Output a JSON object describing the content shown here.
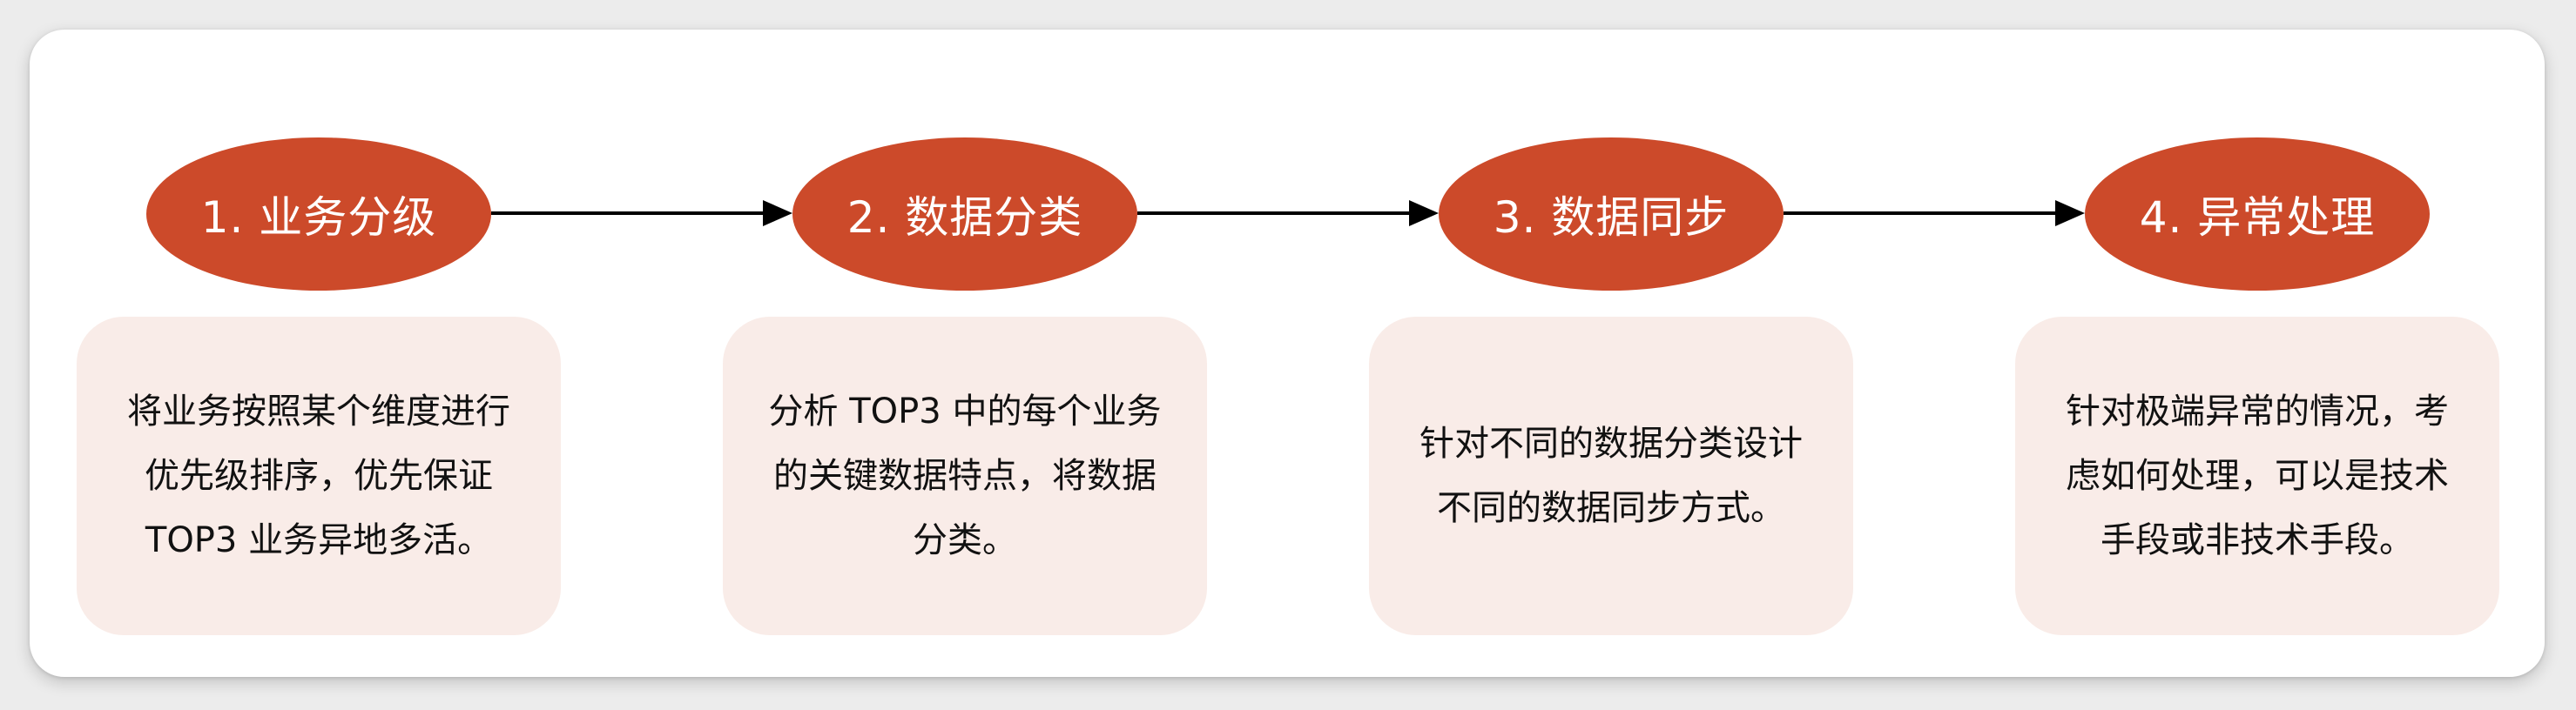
{
  "colors": {
    "oval_fill": "#cc4a2a",
    "box_fill": "#f9ece8",
    "arrow": "#000000",
    "text": "#111111"
  },
  "steps": [
    {
      "label": "1. 业务分级",
      "description": "将业务按照某个维度进行\n优先级排序，优先保证\nTOP3 业务异地多活。"
    },
    {
      "label": "2. 数据分类",
      "description": "分析 TOP3 中的每个业务\n的关键数据特点，将数据\n分类。"
    },
    {
      "label": "3. 数据同步",
      "description": "针对不同的数据分类设计\n不同的数据同步方式。"
    },
    {
      "label": "4. 异常处理",
      "description": "针对极端异常的情况，考\n虑如何处理，可以是技术\n手段或非技术手段。"
    }
  ]
}
